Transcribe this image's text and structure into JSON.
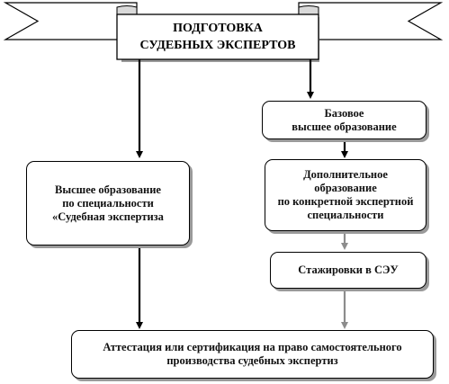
{
  "banner": {
    "title": "ПОДГОТОВКА\nСУДЕБНЫХ ЭКСПЕРТОВ"
  },
  "nodes": {
    "higher_education": "Высшее образование\nпо специальности\n«Судебная экспертиза",
    "basic_higher_education": "Базовое\nвысшее образование",
    "additional_education": "Дополнительное\nобразование\nпо конкретной экспертной\nспециальности",
    "internships": "Стажировки в СЭУ",
    "certification": "Аттестация или сертификация на право самостоятельного\nпроизводства судебных экспертиз"
  }
}
